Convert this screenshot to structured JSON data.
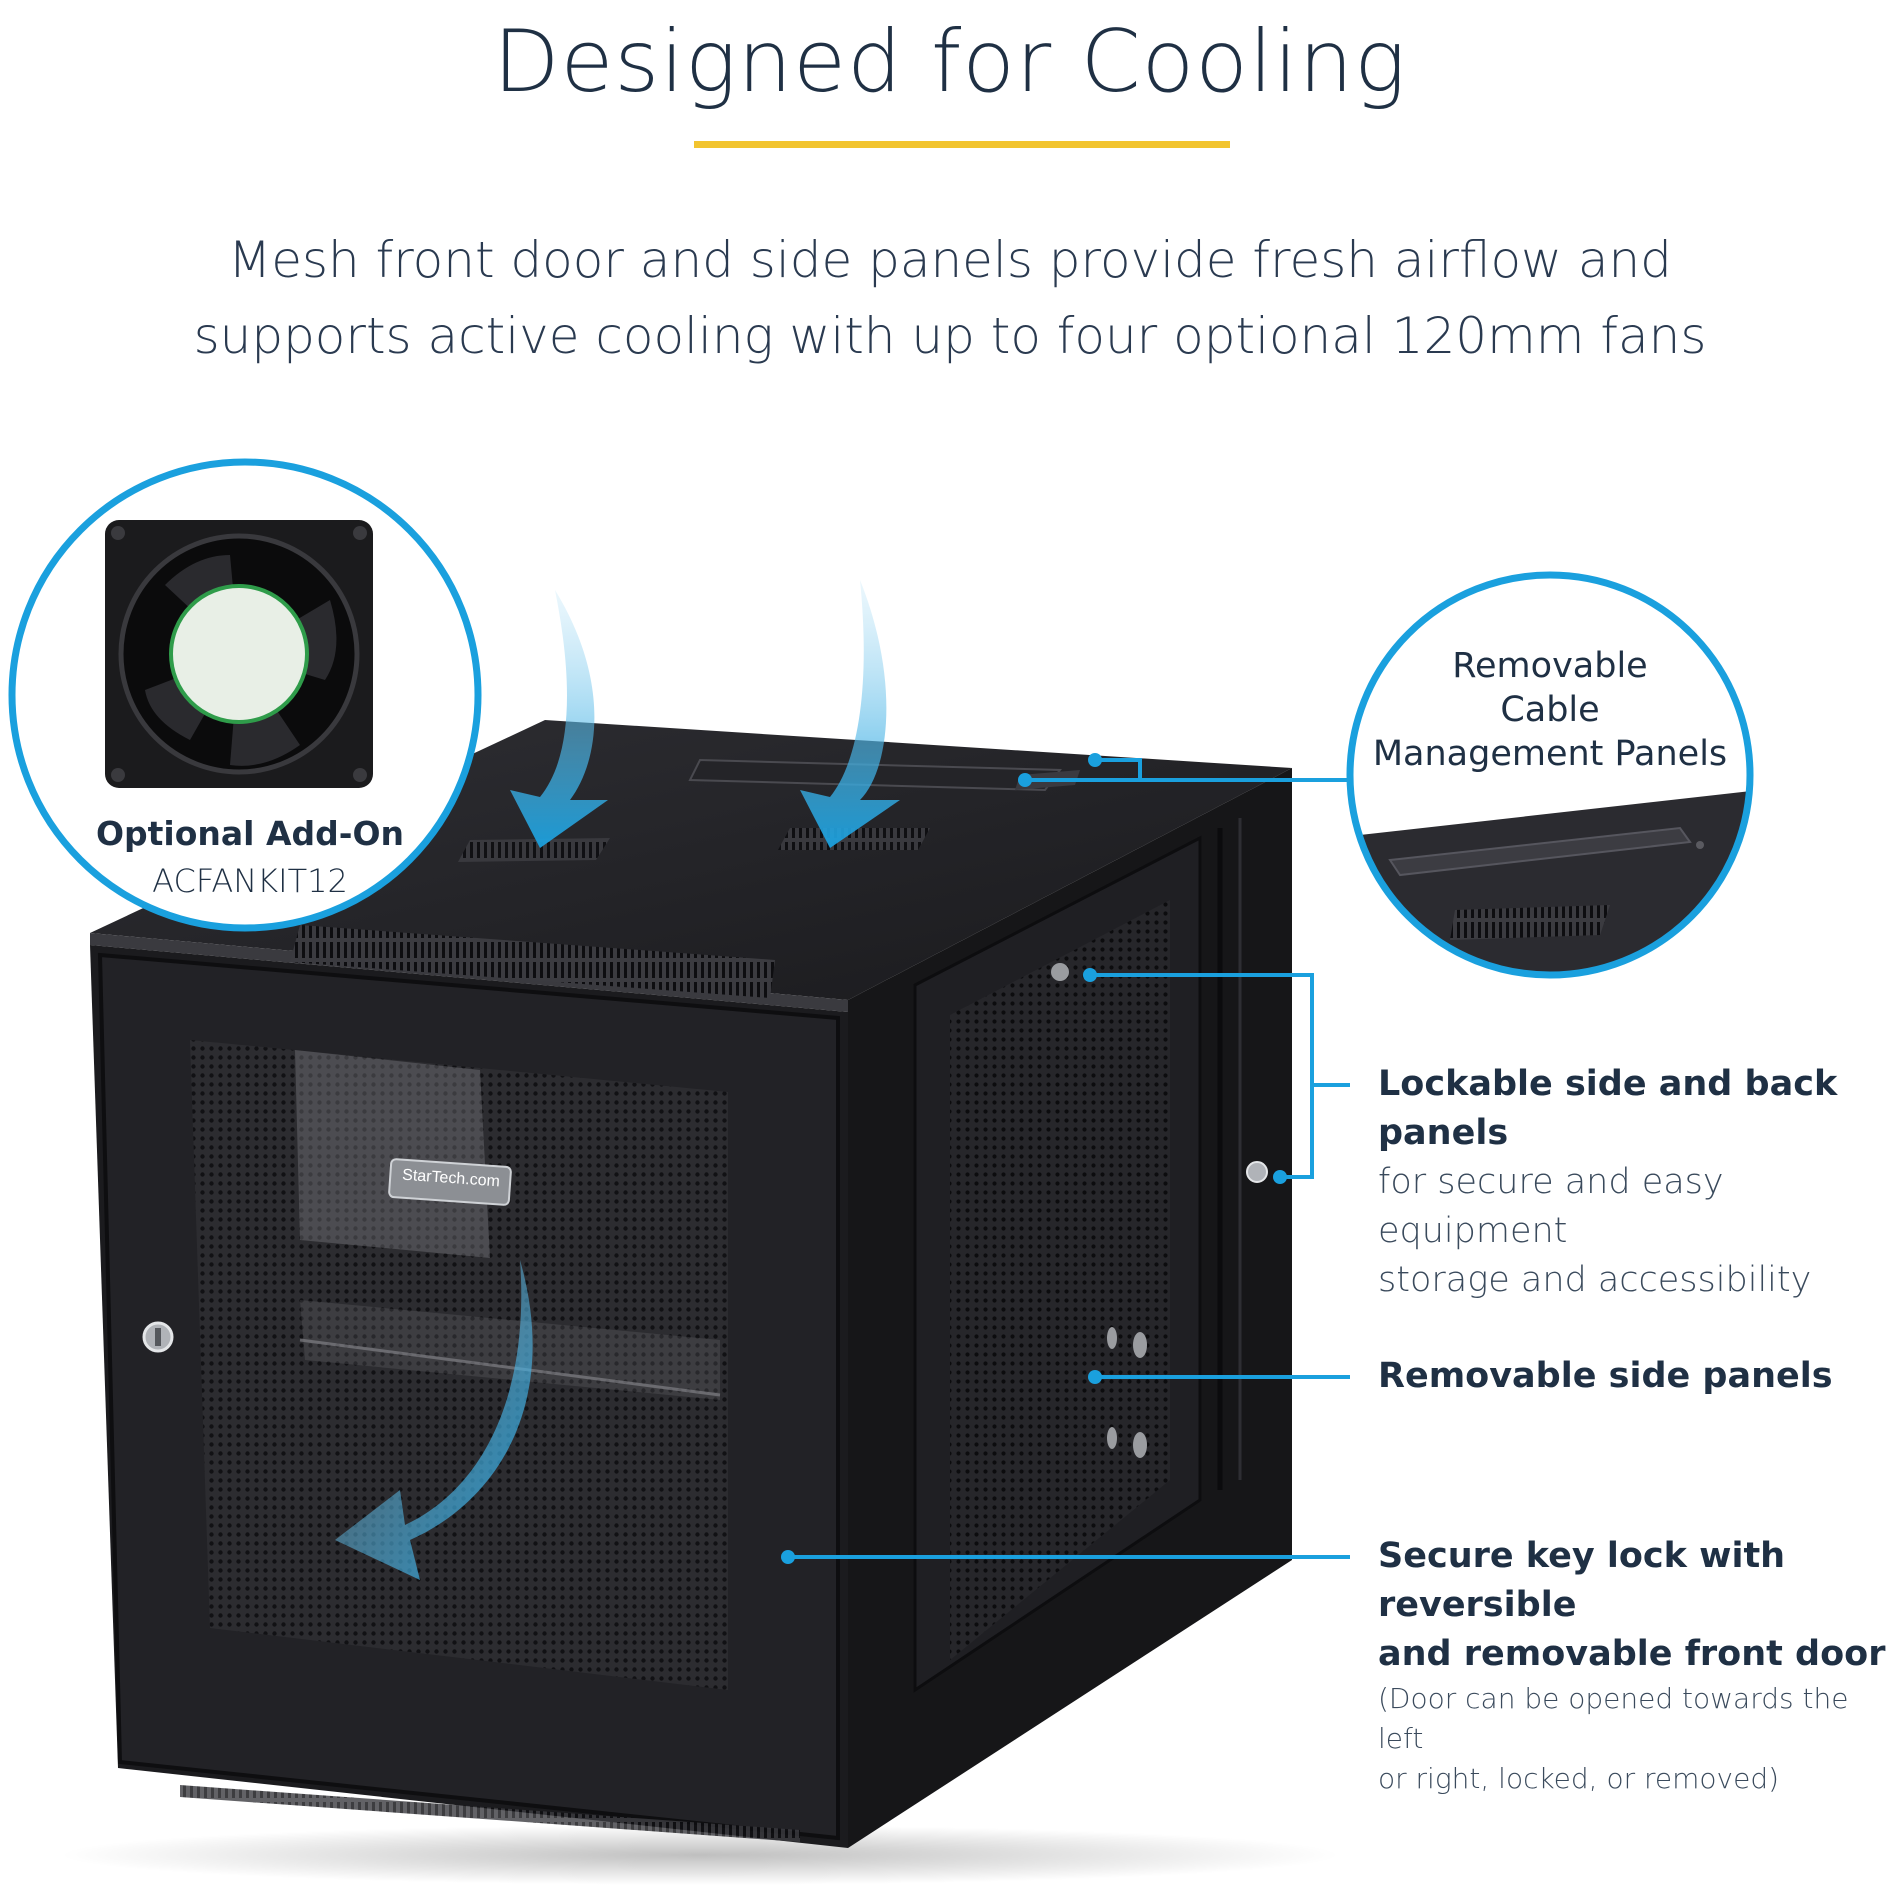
{
  "header": {
    "title": "Designed for Cooling",
    "subtitle_line1": "Mesh front door and side panels provide fresh airflow and",
    "subtitle_line2": "supports active cooling with up to four optional 120mm fans"
  },
  "fan_callout": {
    "line1": "Optional Add-On",
    "line2": "ACFANKIT12"
  },
  "panel_callout": {
    "line1": "Removable",
    "line2": "Cable",
    "line3": "Management Panels"
  },
  "features": [
    {
      "bold": "Lockable side and back panels",
      "light1": "for secure and easy equipment",
      "light2": "storage and accessibility"
    },
    {
      "bold": "Removable side panels"
    },
    {
      "bold1": "Secure key lock with reversible",
      "bold2": "and removable front door",
      "small1": "(Door can be opened towards the left",
      "small2": "or right, locked, or removed)"
    }
  ],
  "product": {
    "brand": "StarTech.com"
  },
  "colors": {
    "accent_blue": "#1aa0de",
    "title_underline": "#f2c42f",
    "text": "#1f3044",
    "cabinet": "#1c1c1e"
  }
}
